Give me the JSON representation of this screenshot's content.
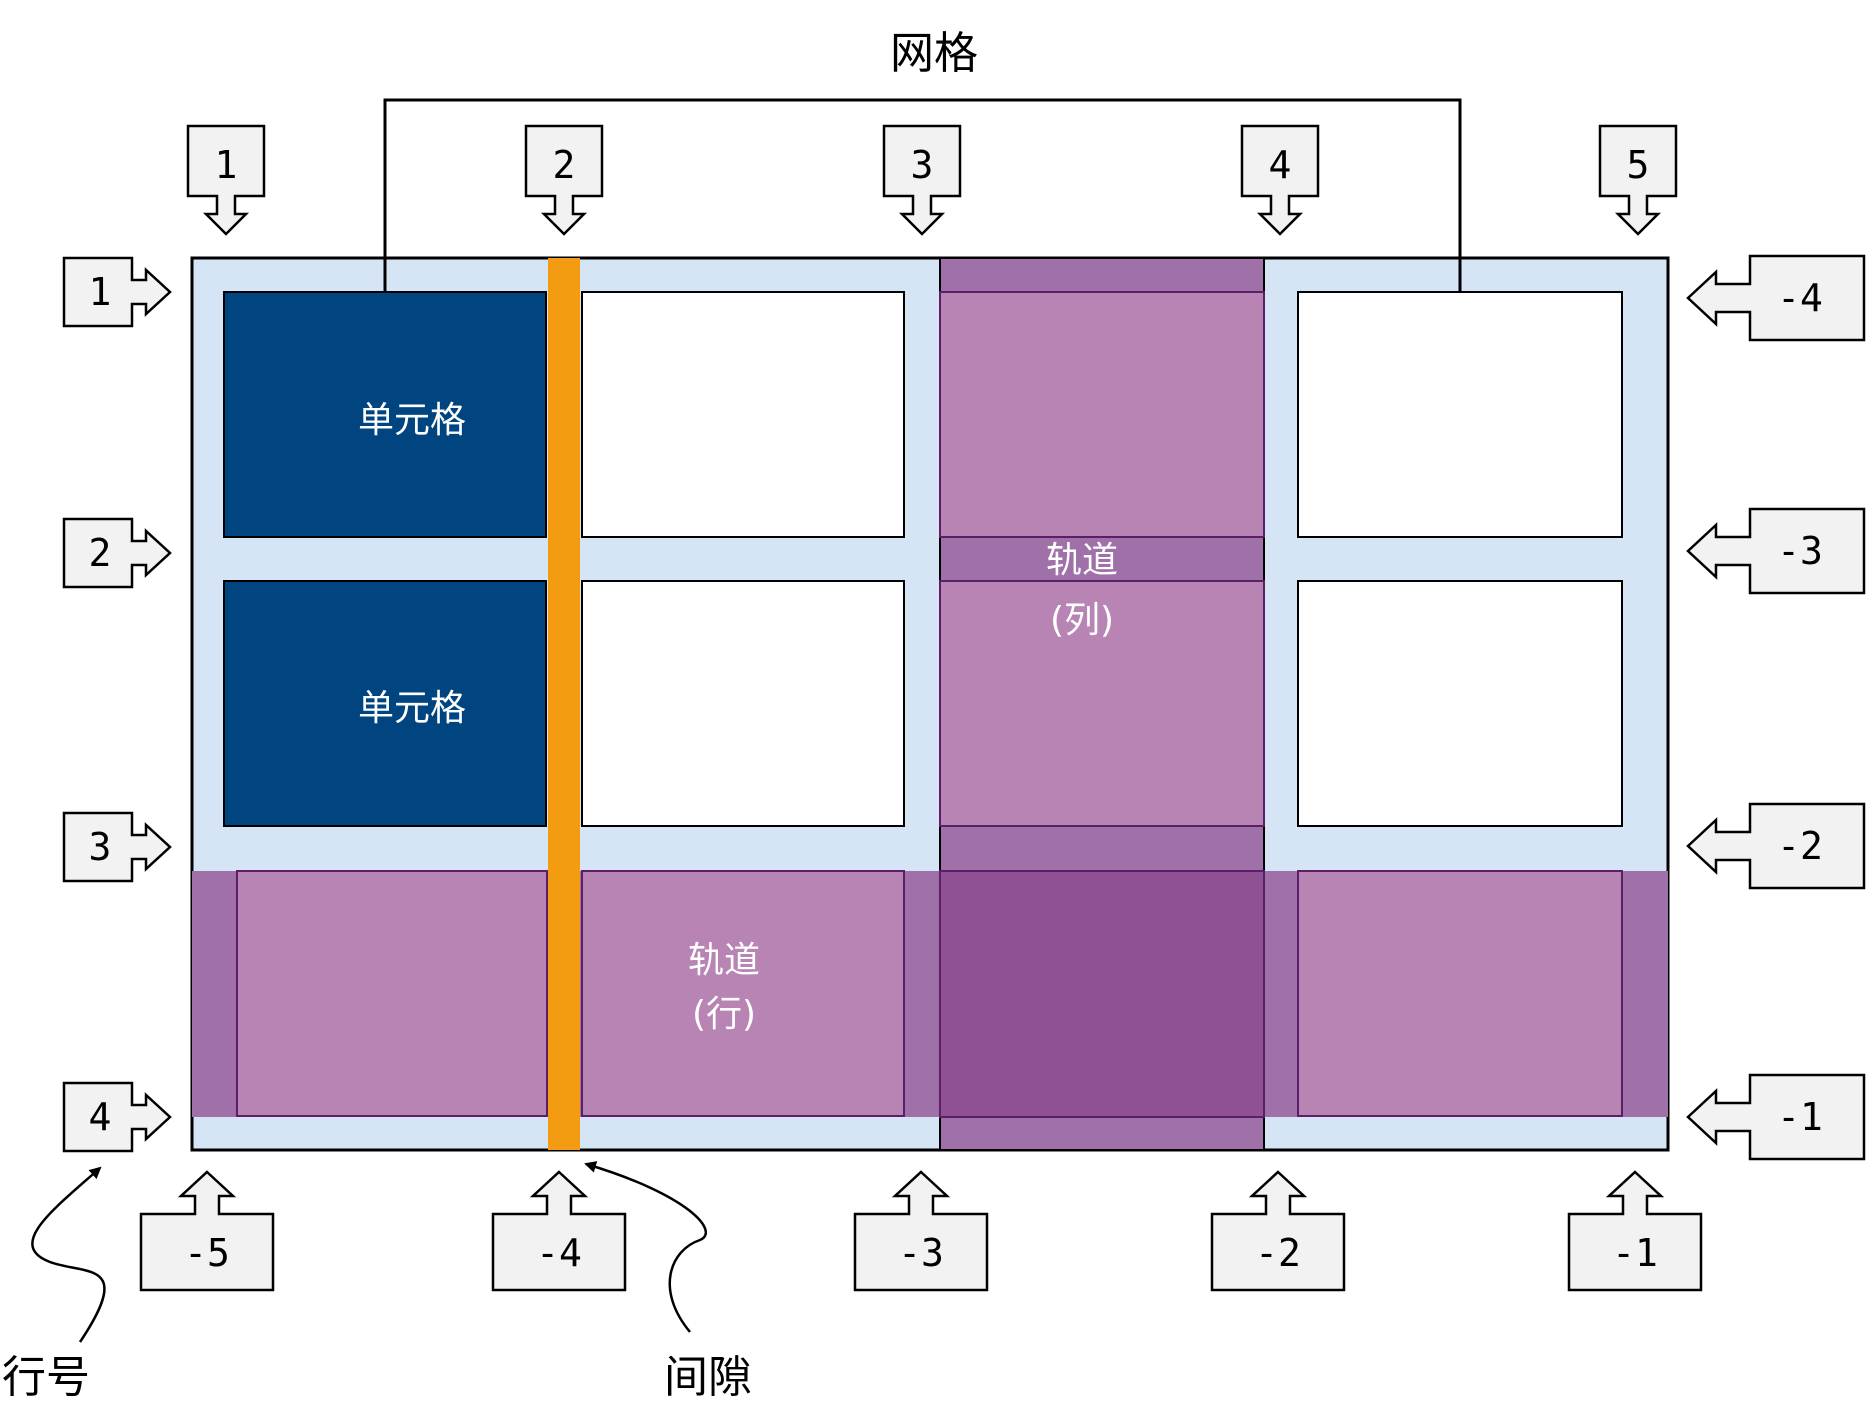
{
  "title": "网格",
  "cell_labels": [
    "单元格",
    "单元格"
  ],
  "track_column": {
    "line1": "轨道",
    "line2": "(列)"
  },
  "track_row": {
    "line1": "轨道",
    "line2": "(行)"
  },
  "top_markers": [
    "1",
    "2",
    "3",
    "4",
    "5"
  ],
  "bottom_markers": [
    "-5",
    "-4",
    "-3",
    "-2",
    "-1"
  ],
  "left_markers": [
    "1",
    "2",
    "3",
    "4"
  ],
  "right_markers": [
    "-4",
    "-3",
    "-2",
    "-1"
  ],
  "callouts": {
    "line_number": "行号",
    "gap": "间隙"
  },
  "colors": {
    "grid_bg": "#d5e5f6",
    "cell_dark": "#004480",
    "gap": "#f39c12",
    "track": "#b784b4",
    "track_overlap": "#8f5094",
    "marker_fill": "#f2f2f2"
  }
}
